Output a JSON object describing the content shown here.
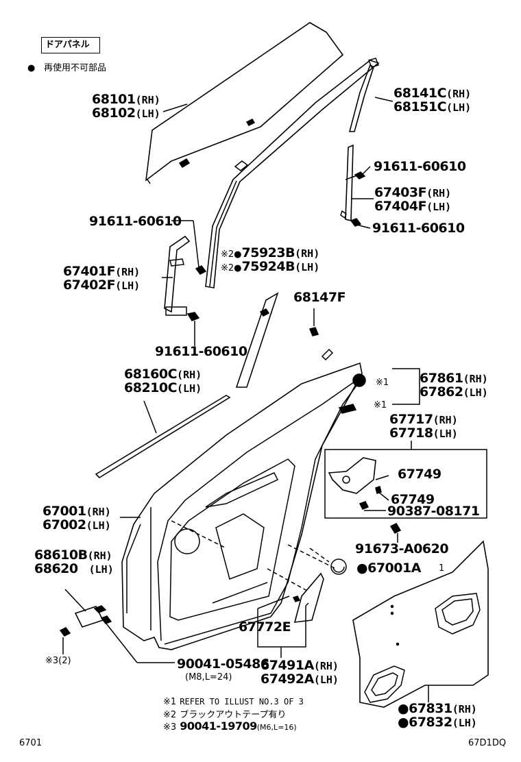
{
  "header": {
    "title": "ドアパネル",
    "legend_mark": "●",
    "legend_text": "再使用不可部品"
  },
  "callouts": [
    {
      "id": "c1",
      "parts": [
        {
          "no": "68101",
          "side": "(RH)"
        },
        {
          "no": "68102",
          "side": "(LH)"
        }
      ]
    },
    {
      "id": "c2",
      "parts": [
        {
          "no": "68141C",
          "side": "(RH)"
        },
        {
          "no": "68151C",
          "side": "(LH)"
        }
      ]
    },
    {
      "id": "c3",
      "parts": [
        {
          "no": "91611-60610",
          "side": ""
        }
      ]
    },
    {
      "id": "c4",
      "parts": [
        {
          "no": "67403F",
          "side": "(RH)"
        },
        {
          "no": "67404F",
          "side": "(LH)"
        }
      ]
    },
    {
      "id": "c5",
      "parts": [
        {
          "no": "91611-60610",
          "side": ""
        }
      ]
    },
    {
      "id": "c6",
      "parts": [
        {
          "no": "91611-60610",
          "side": ""
        }
      ]
    },
    {
      "id": "c7",
      "parts": [
        {
          "no": "75923B",
          "side": "(RH)",
          "prefix": "※2●"
        },
        {
          "no": "75924B",
          "side": "(LH)",
          "prefix": "※2●"
        }
      ]
    },
    {
      "id": "c8",
      "parts": [
        {
          "no": "67401F",
          "side": "(RH)"
        },
        {
          "no": "67402F",
          "side": "(LH)"
        }
      ]
    },
    {
      "id": "c9",
      "parts": [
        {
          "no": "68147F",
          "side": ""
        }
      ]
    },
    {
      "id": "c10",
      "parts": [
        {
          "no": "91611-60610",
          "side": ""
        }
      ]
    },
    {
      "id": "c11",
      "parts": [
        {
          "no": "68160C",
          "side": "(RH)"
        },
        {
          "no": "68210C",
          "side": "(LH)"
        }
      ]
    },
    {
      "id": "c12",
      "parts": [
        {
          "no": "67861",
          "side": "(RH)"
        },
        {
          "no": "67862",
          "side": "(LH)"
        }
      ]
    },
    {
      "id": "c13",
      "parts": [
        {
          "no": "67717",
          "side": "(RH)"
        },
        {
          "no": "67718",
          "side": "(LH)"
        }
      ]
    },
    {
      "id": "c14",
      "parts": [
        {
          "no": "67749",
          "side": ""
        }
      ]
    },
    {
      "id": "c15",
      "parts": [
        {
          "no": "67749",
          "side": ""
        }
      ]
    },
    {
      "id": "c16",
      "parts": [
        {
          "no": "90387-08171",
          "side": ""
        }
      ]
    },
    {
      "id": "c17",
      "parts": [
        {
          "no": "67001",
          "side": "(RH)"
        },
        {
          "no": "67002",
          "side": "(LH)"
        }
      ]
    },
    {
      "id": "c18",
      "parts": [
        {
          "no": "91673-A0620",
          "side": ""
        }
      ]
    },
    {
      "id": "c19",
      "parts": [
        {
          "no": "68610B",
          "side": "(RH)"
        },
        {
          "no": "68620",
          "side": "(LH)"
        }
      ]
    },
    {
      "id": "c20",
      "parts": [
        {
          "no": "67001A",
          "side": "",
          "prefix": "●"
        }
      ]
    },
    {
      "id": "c21",
      "parts": [
        {
          "no": "67772E",
          "side": ""
        }
      ]
    },
    {
      "id": "c22",
      "parts": [
        {
          "no": "90041-05486",
          "side": ""
        }
      ]
    },
    {
      "id": "c23",
      "parts": [
        {
          "no": "67491A",
          "side": "(RH)"
        },
        {
          "no": "67492A",
          "side": "(LH)"
        }
      ]
    },
    {
      "id": "c24",
      "parts": [
        {
          "no": "67831",
          "side": "(RH)",
          "prefix": "●"
        },
        {
          "no": "67832",
          "side": "(LH)",
          "prefix": "●"
        }
      ]
    }
  ],
  "small_marks": {
    "x1a": "※1",
    "x1b": "※1",
    "x3": "※3(2)",
    "bolt_spec": "(M8,L=24)",
    "pad_num": "1"
  },
  "footnotes": [
    {
      "mark": "※1",
      "text": "REFER TO ILLUST NO.3 OF 3"
    },
    {
      "mark": "※2",
      "text": "ブラックアウトテープ有り"
    },
    {
      "mark": "※3",
      "text": "90041-19709",
      "spec": "(M6,L=16)"
    }
  ],
  "footer": {
    "left": "6701",
    "right": "67D1DQ"
  }
}
